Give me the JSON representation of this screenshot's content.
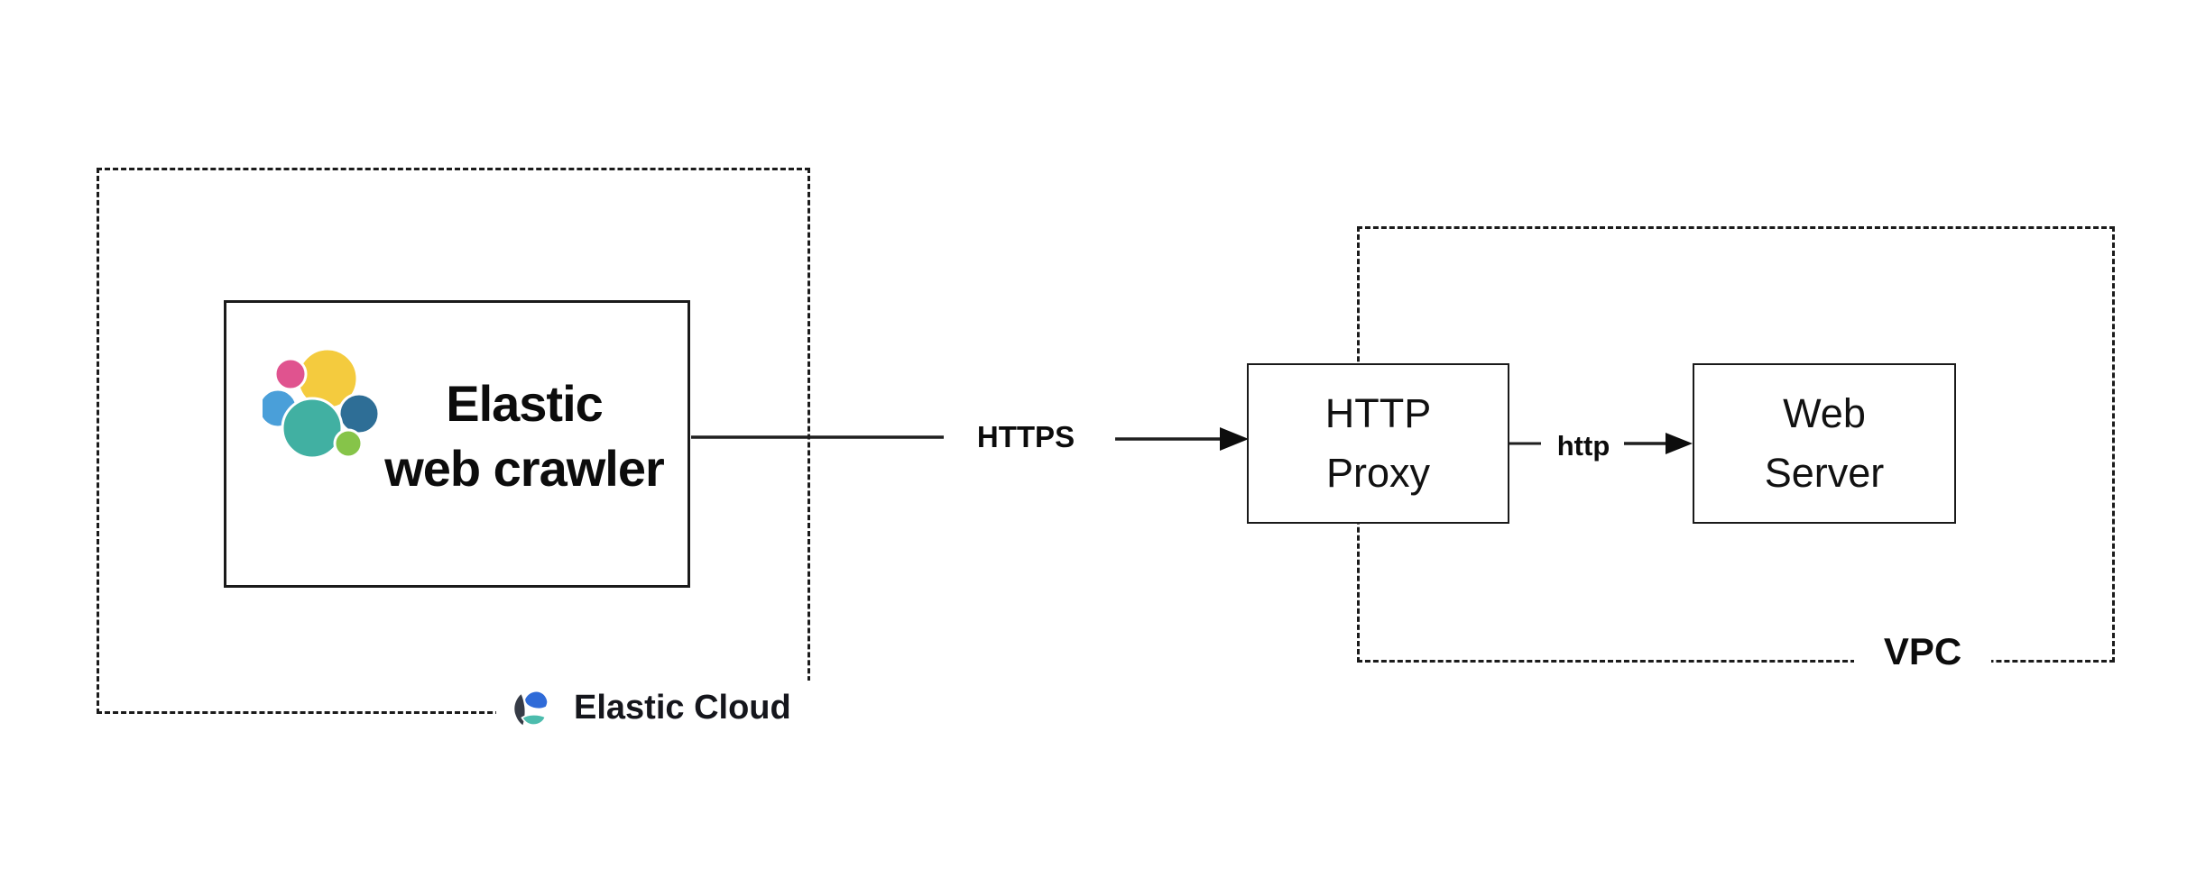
{
  "diagram": {
    "elastic_cloud_group": {
      "brand_label": "Elastic Cloud"
    },
    "vpc_group": {
      "label": "VPC"
    },
    "nodes": {
      "crawler": {
        "line1": "Elastic",
        "line2": "web crawler"
      },
      "http_proxy": {
        "line1": "HTTP",
        "line2": "Proxy"
      },
      "web_server": {
        "line1": "Web",
        "line2": "Server"
      }
    },
    "edges": {
      "https_label": "HTTPS",
      "http_label": "http"
    },
    "colors": {
      "line": "#1f1f1f",
      "arrowhead": "#0d0d0d",
      "elastic_logo": {
        "yellow": "#f4cb3e",
        "pink": "#e0538f",
        "blue": "#4a9fd9",
        "steel": "#2e6e96",
        "teal": "#41b0a2",
        "green": "#86c449"
      },
      "cloud_logo": {
        "blue": "#2f6bd8",
        "dark": "#363b46",
        "teal": "#4cbcad"
      }
    }
  }
}
